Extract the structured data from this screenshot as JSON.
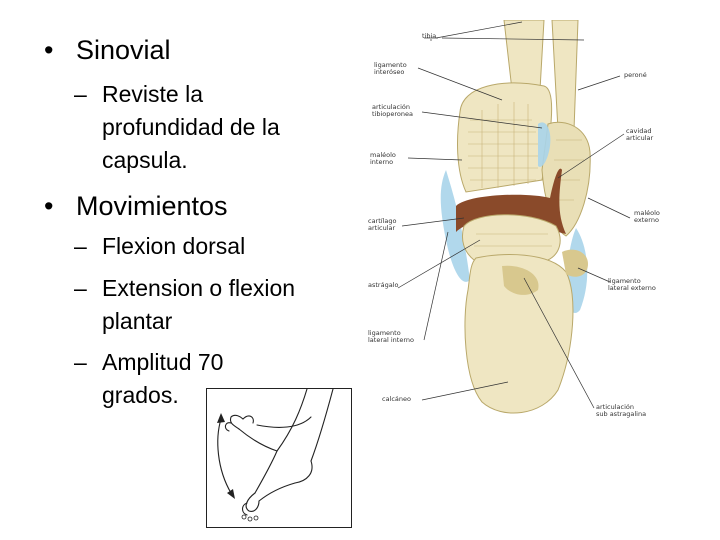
{
  "slide": {
    "bullets": [
      {
        "label": "Sinovial",
        "subs": [
          {
            "lines": [
              "Reviste la",
              "profundidad de la",
              "capsula."
            ]
          }
        ]
      },
      {
        "label": "Movimientos",
        "subs": [
          {
            "lines": [
              "Flexion dorsal"
            ]
          },
          {
            "lines": [
              "Extension o flexion",
              "plantar"
            ]
          },
          {
            "lines": [
              "Amplitud 70",
              "grados."
            ]
          }
        ]
      }
    ],
    "bullet_glyph": "•",
    "dash_glyph": "–"
  },
  "anatomy_labels": {
    "tibia": "tibia",
    "ligamento_interoseo": "ligamento\ninteróseo",
    "articulacion_tibioperonea": "articulación\ntibioperonea",
    "peroné": "peroné",
    "maleolo_interno": "maléolo\ninterno",
    "cavidad_articular": "cavidad\narticular",
    "cartilago_articular": "cartílago\narticular",
    "maleolo_externo": "maléolo\nexterno",
    "astragalo": "astrágalo",
    "ligamento_lateral_externo": "ligamento\nlateral externo",
    "ligamento_lateral_interno": "ligamento\nlateral interno",
    "calcaneo": "calcáneo",
    "articulacion_subastragalina": "articulación\nsub astragalina"
  },
  "colors": {
    "bone": "#efe6c2",
    "bone_shade": "#d8c88e",
    "cartilage": "#8a4a2a",
    "ligament": "#a9d4ea",
    "line": "#333333"
  }
}
